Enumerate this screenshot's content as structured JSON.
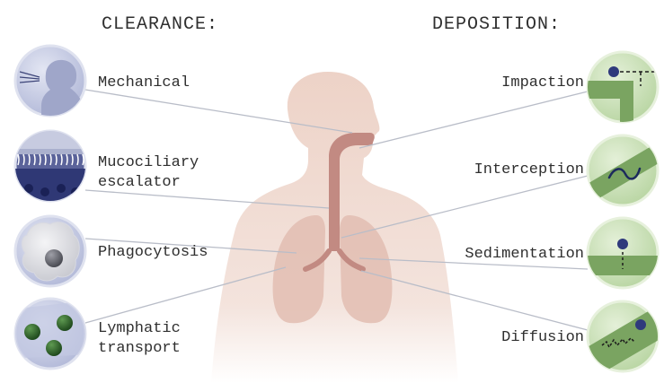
{
  "headings": {
    "clearance": "CLEARANCE:",
    "deposition": "DEPOSITION:"
  },
  "clearance": {
    "mechanical": "Mechanical",
    "mucociliary_line1": "Mucociliary",
    "mucociliary_line2": "escalator",
    "phagocytosis": "Phagocytosis",
    "lymphatic_line1": "Lymphatic",
    "lymphatic_line2": "transport"
  },
  "deposition": {
    "impaction": "Impaction",
    "interception": "Interception",
    "sedimentation": "Sedimentation",
    "diffusion": "Diffusion"
  },
  "icons": {
    "mechanical": "cough-person-icon",
    "mucociliary": "cilia-icon",
    "phagocytosis": "macrophage-icon",
    "lymphatic": "lymph-particles-icon",
    "impaction": "impaction-icon",
    "interception": "interception-icon",
    "sedimentation": "sedimentation-icon",
    "diffusion": "diffusion-icon"
  },
  "colors": {
    "clearance_circle": "#c9cfe6",
    "deposition_circle": "#cfe3bf",
    "airway_green": "#6e9a57",
    "particle_blue": "#2e3a7a",
    "body": "#e9cfc4",
    "lung": "#e0b4a8",
    "trachea": "#c88f87",
    "connector": "#b8bcc6"
  }
}
